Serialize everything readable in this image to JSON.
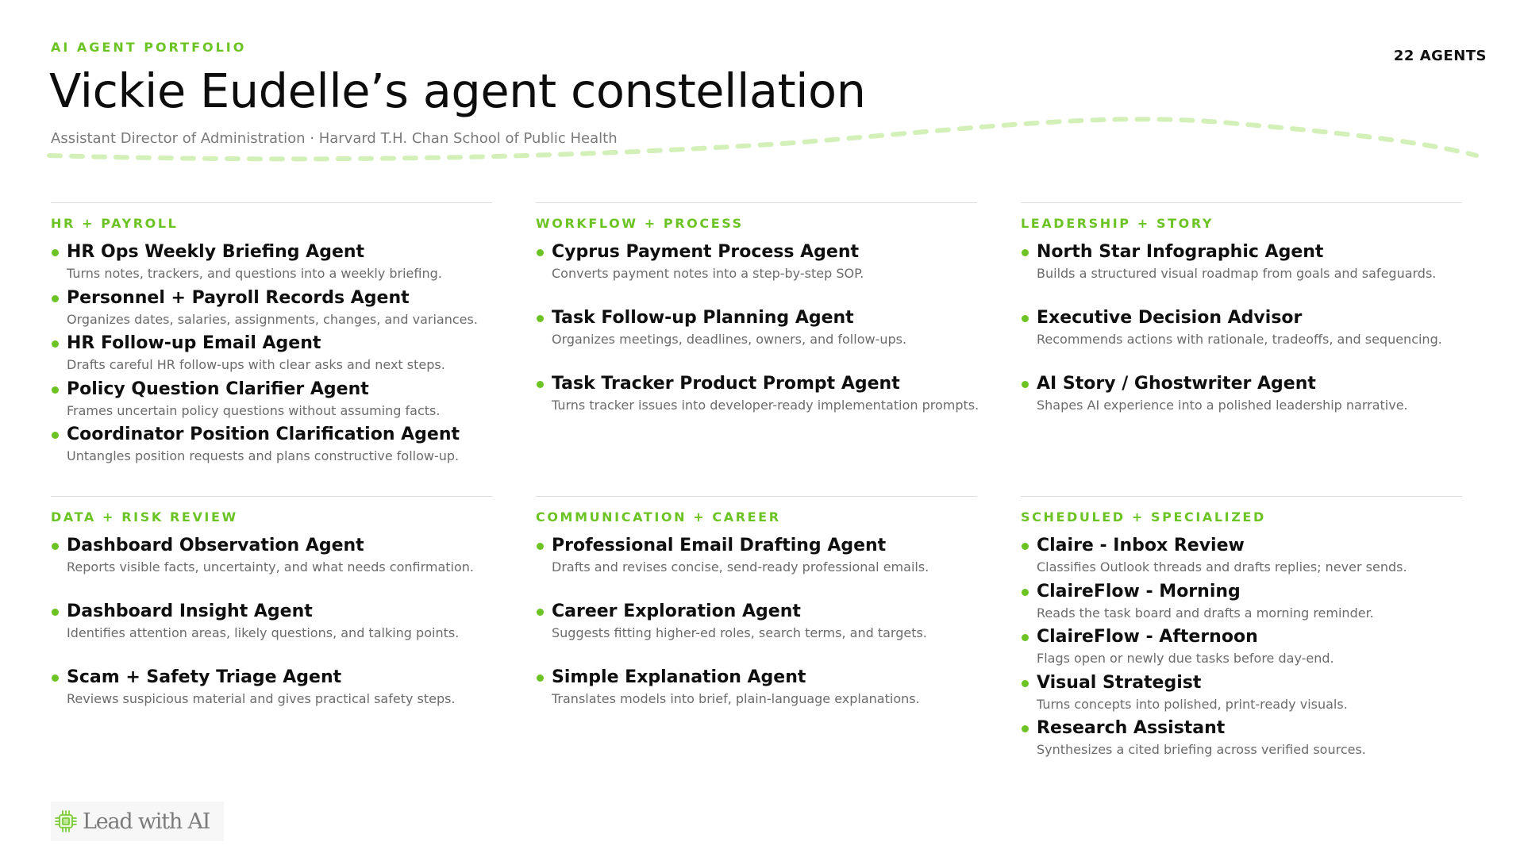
{
  "header": {
    "eyebrow": "AI AGENT PORTFOLIO",
    "title": "Vickie Eudelle’s agent constellation",
    "subtitle": "Assistant Director of Administration · Harvard T.H. Chan School of Public Health",
    "count": "22 AGENTS"
  },
  "colors": {
    "accent": "#6cc324",
    "wave": "#d3f0b8",
    "text": "#111111",
    "muted": "#6b6b6b",
    "rule": "#dcdcdc"
  },
  "sections": [
    {
      "title": "HR + PAYROLL",
      "items": [
        {
          "name": "HR Ops Weekly Briefing Agent",
          "desc": "Turns notes, trackers, and questions into a weekly briefing."
        },
        {
          "name": "Personnel + Payroll Records Agent",
          "desc": "Organizes dates, salaries, assignments, changes, and variances."
        },
        {
          "name": "HR Follow-up Email Agent",
          "desc": "Drafts careful HR follow-ups with clear asks and next steps."
        },
        {
          "name": "Policy Question Clarifier Agent",
          "desc": "Frames uncertain policy questions without assuming facts."
        },
        {
          "name": "Coordinator Position Clarification Agent",
          "desc": "Untangles position requests and plans constructive follow-up."
        }
      ]
    },
    {
      "title": "WORKFLOW + PROCESS",
      "items": [
        {
          "name": "Cyprus Payment Process Agent",
          "desc": "Converts payment notes into a step-by-step SOP."
        },
        {
          "name": "Task Follow-up Planning Agent",
          "desc": "Organizes meetings, deadlines, owners, and follow-ups."
        },
        {
          "name": "Task Tracker Product Prompt Agent",
          "desc": "Turns tracker issues into developer-ready implementation prompts."
        }
      ]
    },
    {
      "title": "LEADERSHIP + STORY",
      "items": [
        {
          "name": "North Star Infographic Agent",
          "desc": "Builds a structured visual roadmap from goals and safeguards."
        },
        {
          "name": "Executive Decision Advisor",
          "desc": "Recommends actions with rationale, tradeoffs, and sequencing."
        },
        {
          "name": "AI Story / Ghostwriter Agent",
          "desc": "Shapes AI experience into a polished leadership narrative."
        }
      ]
    },
    {
      "title": "DATA + RISK REVIEW",
      "items": [
        {
          "name": "Dashboard Observation Agent",
          "desc": "Reports visible facts, uncertainty, and what needs confirmation."
        },
        {
          "name": "Dashboard Insight Agent",
          "desc": "Identifies attention areas, likely questions, and talking points."
        },
        {
          "name": "Scam + Safety Triage Agent",
          "desc": "Reviews suspicious material and gives practical safety steps."
        }
      ]
    },
    {
      "title": "COMMUNICATION + CAREER",
      "items": [
        {
          "name": "Professional Email Drafting Agent",
          "desc": "Drafts and revises concise, send-ready professional emails."
        },
        {
          "name": "Career Exploration Agent",
          "desc": "Suggests fitting higher-ed roles, search terms, and targets."
        },
        {
          "name": "Simple Explanation Agent",
          "desc": "Translates models into brief, plain-language explanations."
        }
      ]
    },
    {
      "title": "SCHEDULED + SPECIALIZED",
      "items": [
        {
          "name": "Claire - Inbox Review",
          "desc": "Classifies Outlook threads and drafts replies; never sends."
        },
        {
          "name": "ClaireFlow - Morning",
          "desc": "Reads the task board and drafts a morning reminder."
        },
        {
          "name": "ClaireFlow - Afternoon",
          "desc": "Flags open or newly due tasks before day-end."
        },
        {
          "name": "Visual Strategist",
          "desc": "Turns concepts into polished, print-ready visuals."
        },
        {
          "name": "Research Assistant",
          "desc": "Synthesizes a cited briefing across verified sources."
        }
      ]
    }
  ],
  "logo": {
    "icon": "chip-icon",
    "text": "Lead with AI"
  }
}
